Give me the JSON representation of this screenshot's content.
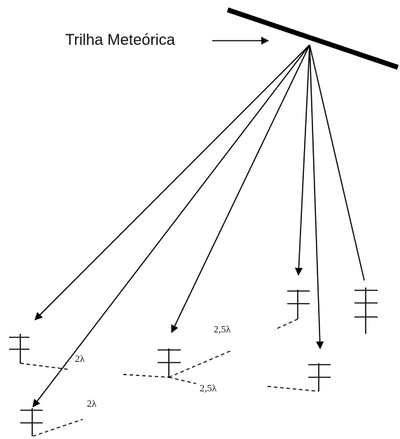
{
  "diagram": {
    "trail_label": "Trilha Meteórica",
    "spacing_labels": [
      "2λ",
      "2λ",
      "2,5λ",
      "2,5λ"
    ],
    "colors": {
      "stroke": "#000000",
      "text": "#111111",
      "background": "#ffffff"
    }
  }
}
